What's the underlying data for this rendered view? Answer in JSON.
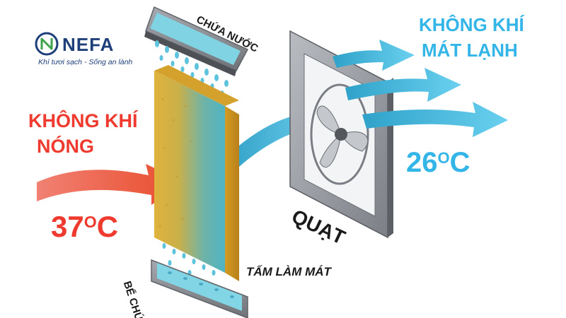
{
  "brand": {
    "name": "NEFA",
    "tagline": "Khí tươi sạch - Sống an lành",
    "colors": {
      "navy": "#1f3f7a",
      "green": "#3fa34d"
    }
  },
  "labels": {
    "hot_air_line1": "KHÔNG KHÍ",
    "hot_air_line2": "NÓNG",
    "hot_temp_value": "37",
    "hot_temp_unit_sup": "O",
    "hot_temp_unit": "C",
    "cool_air_line1": "KHÔNG KHÍ",
    "cool_air_line2": "MÁT LẠNH",
    "cool_temp_value": "26",
    "cool_temp_unit_sup": "O",
    "cool_temp_unit": "C",
    "water_tray_top": "CHỨA NƯỚC",
    "water_tray_bottom": "BỂ CHỨA",
    "cooling_pad": "TẤM LÀM MÁT",
    "fan": "QUẠT"
  },
  "colors": {
    "hot": "#ef3b2f",
    "cool": "#33b5e8",
    "pad": "#d9a93a",
    "frame": "#8c8f94"
  },
  "icons": [
    "nefa-logo-icon",
    "water-drop-icon",
    "fan-blade-icon",
    "airflow-arrow-icon"
  ]
}
